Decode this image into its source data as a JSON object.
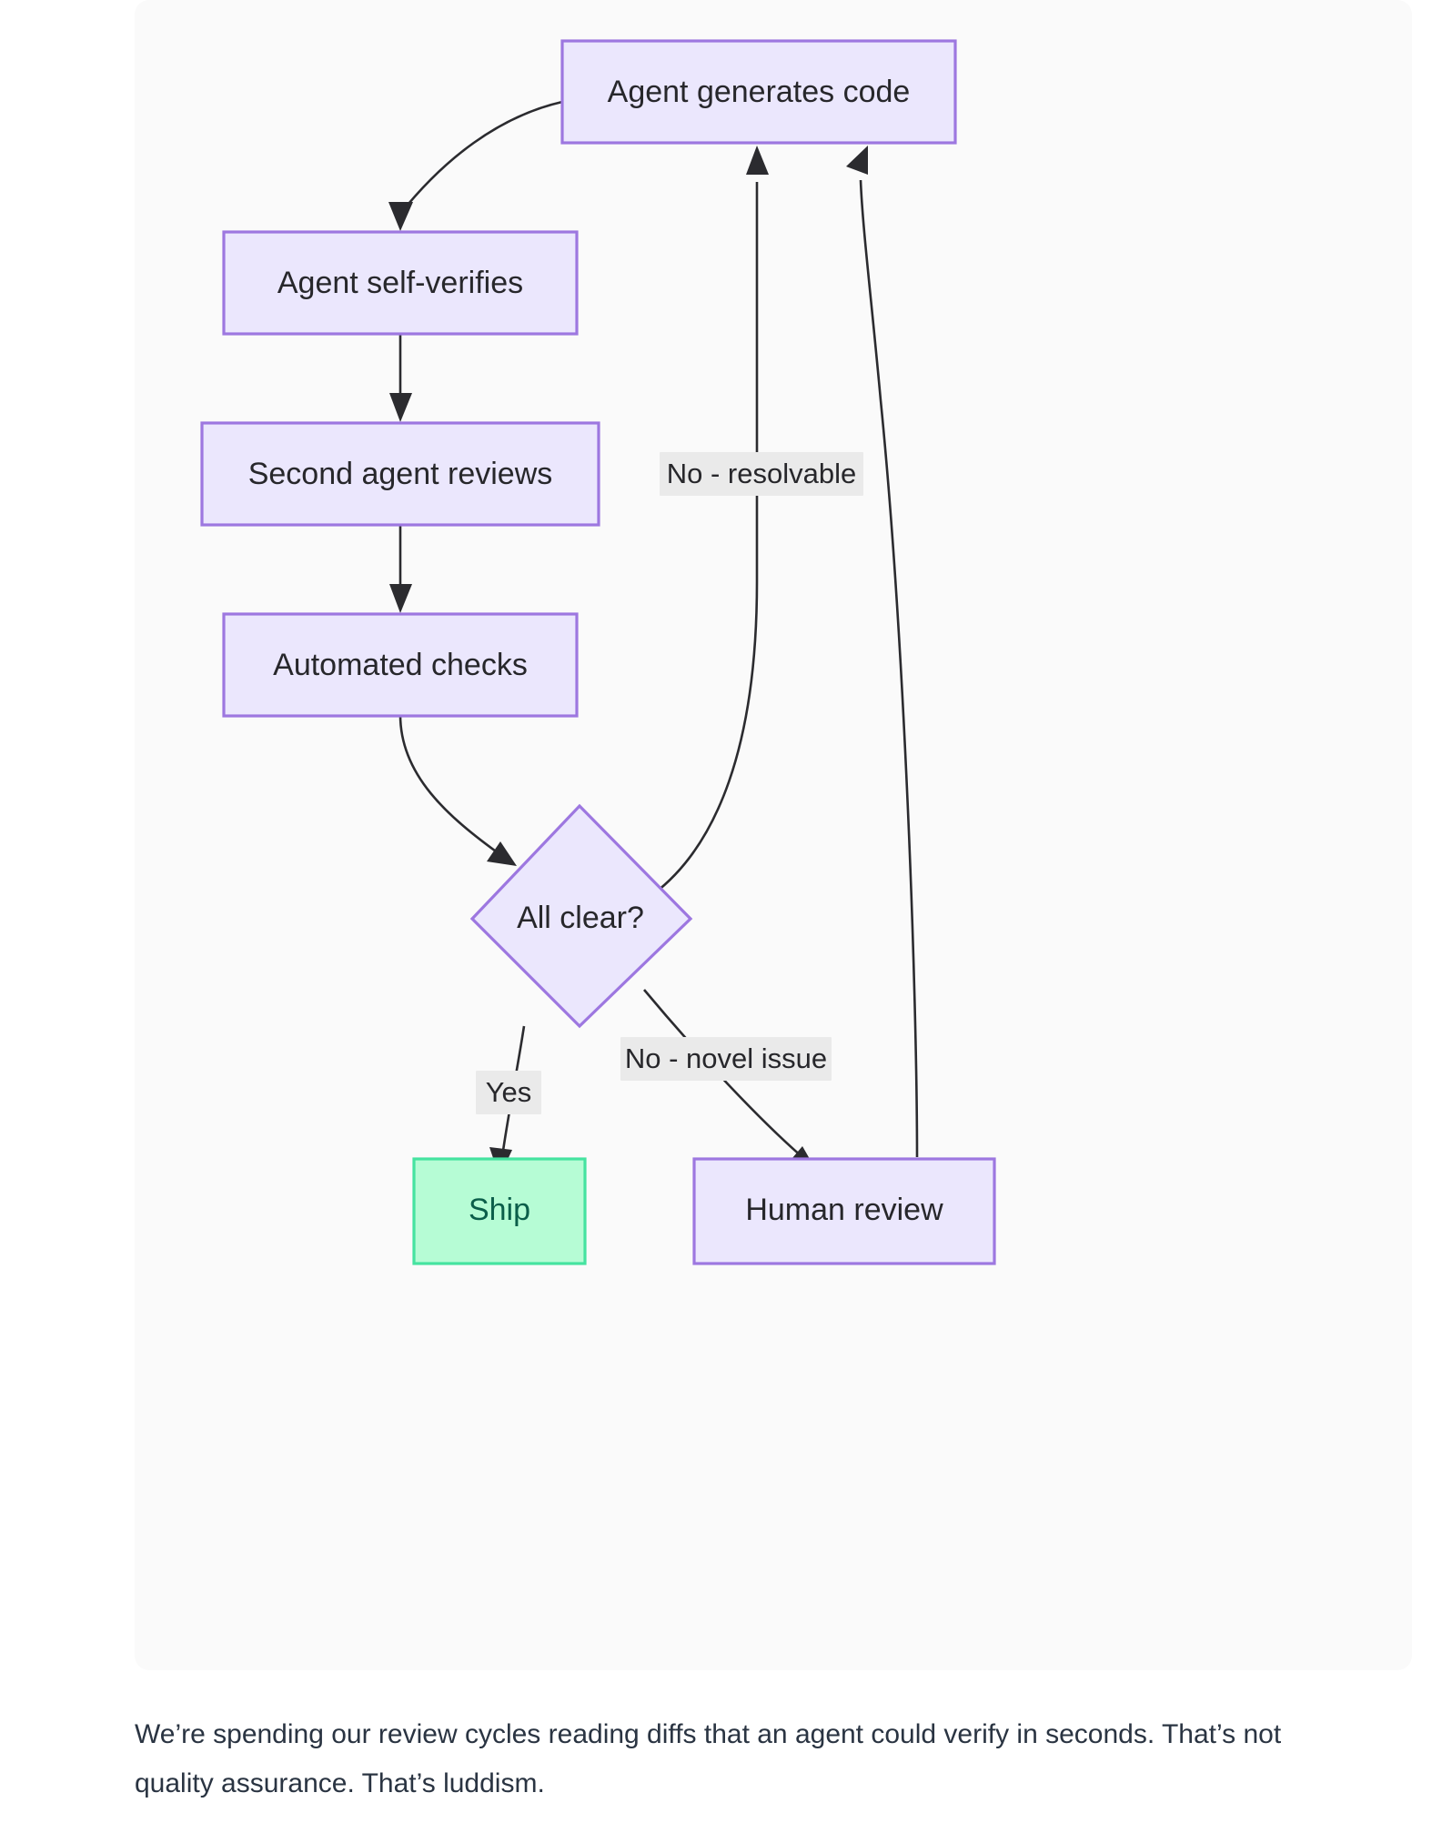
{
  "diagram": {
    "type": "flowchart",
    "title": "",
    "background_color": "#fafafa",
    "node_fill": "#ebe7fd",
    "node_stroke": "#9d77e0",
    "ship_fill": "#b6fcd5",
    "ship_stroke": "#45e3a0",
    "ship_text_color": "#0b5e4a",
    "edge_color": "#2b2b2f",
    "edge_label_bg": "#eaeaea",
    "nodes": [
      {
        "id": "generate",
        "label": "Agent generates code",
        "shape": "rect"
      },
      {
        "id": "selfverify",
        "label": "Agent self-verifies",
        "shape": "rect"
      },
      {
        "id": "secondagent",
        "label": "Second agent reviews",
        "shape": "rect"
      },
      {
        "id": "autochecks",
        "label": "Automated checks",
        "shape": "rect"
      },
      {
        "id": "allclear",
        "label": "All clear?",
        "shape": "diamond"
      },
      {
        "id": "ship",
        "label": "Ship",
        "shape": "rect"
      },
      {
        "id": "humanreview",
        "label": "Human review",
        "shape": "rect"
      }
    ],
    "edges": [
      {
        "from": "generate",
        "to": "selfverify",
        "label": ""
      },
      {
        "from": "selfverify",
        "to": "secondagent",
        "label": ""
      },
      {
        "from": "secondagent",
        "to": "autochecks",
        "label": ""
      },
      {
        "from": "autochecks",
        "to": "allclear",
        "label": ""
      },
      {
        "from": "allclear",
        "to": "ship",
        "label": "Yes"
      },
      {
        "from": "allclear",
        "to": "generate",
        "label": "No - resolvable"
      },
      {
        "from": "allclear",
        "to": "humanreview",
        "label": "No - novel issue"
      },
      {
        "from": "humanreview",
        "to": "generate",
        "label": ""
      }
    ]
  },
  "caption": {
    "line1": "We’re spending our review cycles reading diffs that an agent could verify in seconds. That’s not",
    "line2": "quality assurance. That’s luddism."
  }
}
